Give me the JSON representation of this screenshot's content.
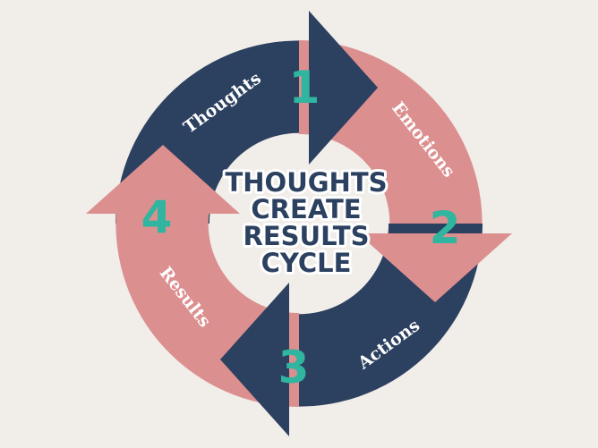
{
  "title_lines": [
    "THOUGHTS",
    "CREATE",
    "RESULTS",
    "CYCLE"
  ],
  "steps": [
    {
      "number": "1",
      "label": "Thoughts"
    },
    {
      "number": "2",
      "label": "Emotions"
    },
    {
      "number": "3",
      "label": "Actions"
    },
    {
      "number": "4",
      "label": "Results"
    }
  ],
  "colors": {
    "navy": "#2c4060",
    "pink": "#dc8f8f",
    "teal": "#2fb5a0",
    "background": "#f1ede9"
  }
}
